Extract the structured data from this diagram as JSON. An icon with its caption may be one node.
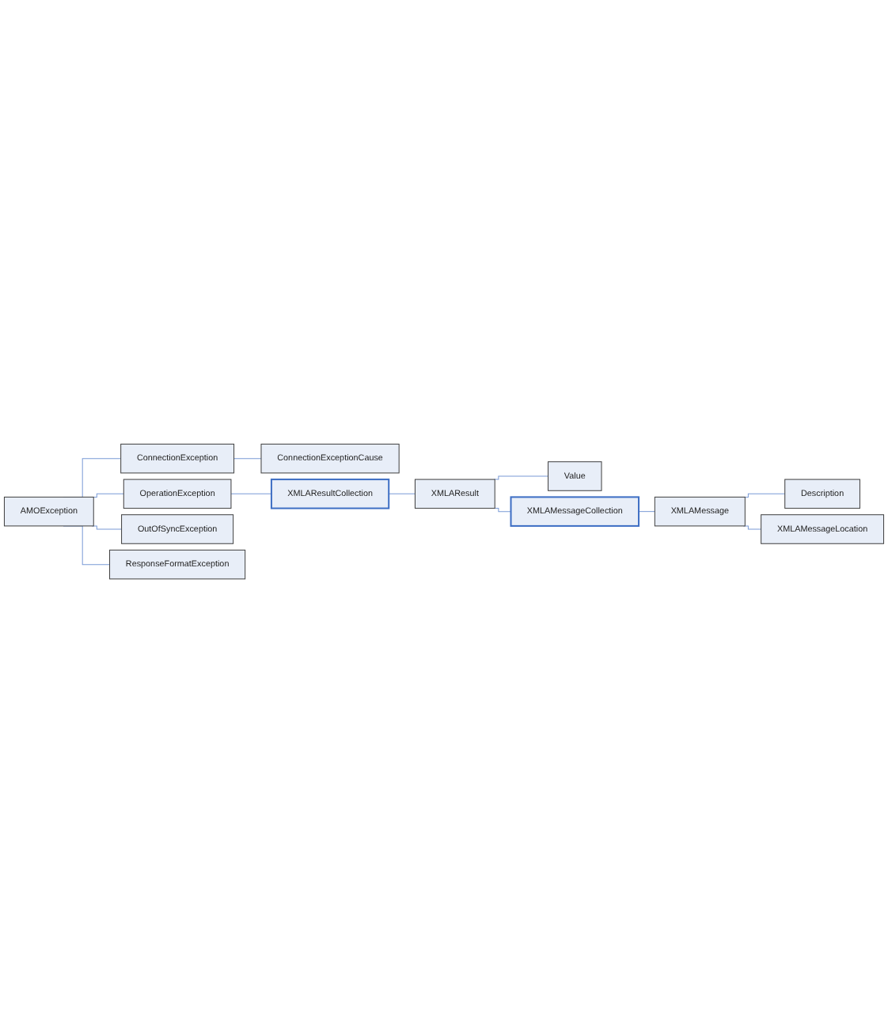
{
  "diagram": {
    "nodes": [
      {
        "text": [
          "AMOException"
        ]
      },
      {
        "text": [
          "ConnectionException"
        ]
      },
      {
        "text": [
          "ConnectionExceptionCause"
        ]
      },
      {
        "text": [
          "OperationException"
        ]
      },
      {
        "text": [
          "XMLAResultCollection"
        ]
      },
      {
        "text": [
          "XMLAResult"
        ]
      },
      {
        "text": [
          "Value"
        ]
      },
      {
        "text": [
          "XMLAMessageCollection"
        ]
      },
      {
        "text": [
          "XMLAMessage"
        ]
      },
      {
        "text": [
          "Description"
        ]
      },
      {
        "text": [
          "XMLAMessageLocation"
        ]
      },
      {
        "text": [
          "OutOfSyncException"
        ]
      },
      {
        "text": [
          "ResponseFormatException"
        ]
      }
    ],
    "edges": [
      {
        "from": 0,
        "to": 1,
        "arrow": "none"
      },
      {
        "from": 1,
        "to": 2,
        "arrow": "none"
      },
      {
        "from": 0,
        "to": 3,
        "arrow": "none"
      },
      {
        "from": 3,
        "to": 4,
        "arrow": "none"
      },
      {
        "from": 4,
        "to": 5,
        "arrow": "none"
      },
      {
        "from": 5,
        "to": 6,
        "arrow": "none"
      },
      {
        "from": 5,
        "to": 7,
        "arrow": "none"
      },
      {
        "from": 7,
        "to": 8,
        "arrow": "none"
      },
      {
        "from": 8,
        "to": 9,
        "arrow": "none"
      },
      {
        "from": 8,
        "to": 10,
        "arrow": "none"
      },
      {
        "from": 0,
        "to": 11,
        "arrow": "none"
      },
      {
        "from": 0,
        "to": 12,
        "arrow": "none"
      }
    ]
  }
}
